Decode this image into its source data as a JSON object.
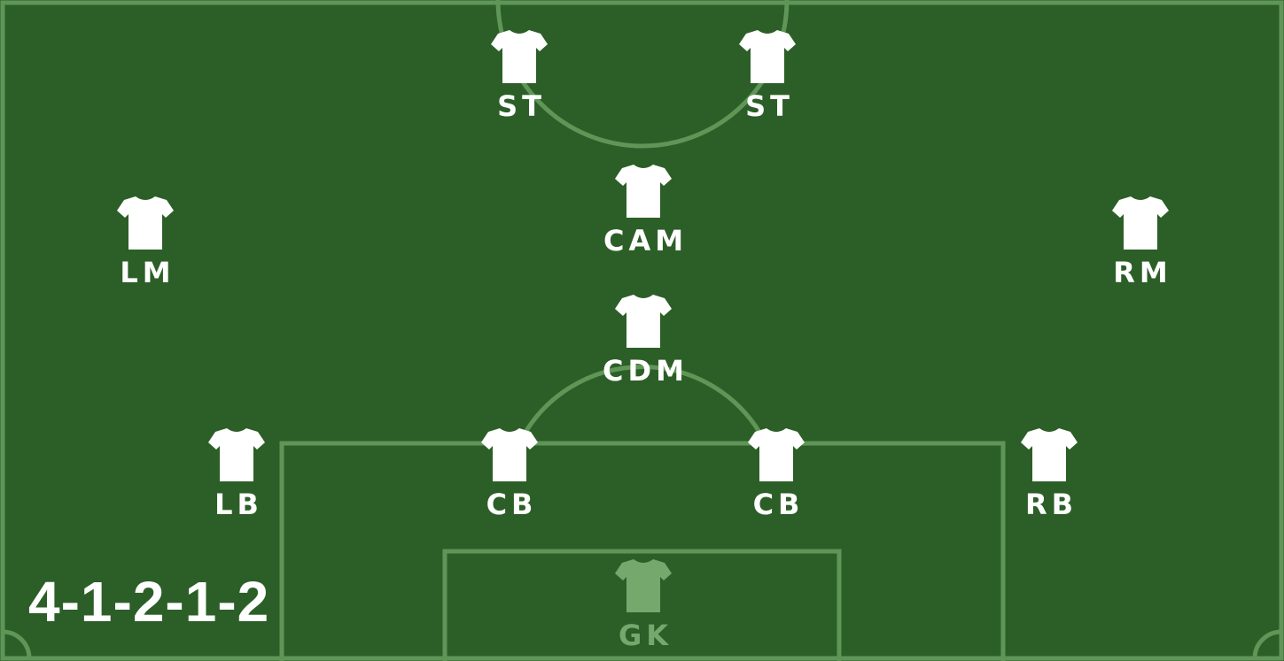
{
  "formation": "4-1-2-1-2",
  "colors": {
    "pitch": "#2c5f27",
    "lines": "#5f9658",
    "shirt": "#ffffff",
    "shirt_dimmed": "#74a86c"
  },
  "icons": {
    "shirt": "jersey-icon"
  },
  "players": [
    {
      "position": "ST",
      "dimmed": false
    },
    {
      "position": "ST",
      "dimmed": false
    },
    {
      "position": "CAM",
      "dimmed": false
    },
    {
      "position": "LM",
      "dimmed": false
    },
    {
      "position": "RM",
      "dimmed": false
    },
    {
      "position": "CDM",
      "dimmed": false
    },
    {
      "position": "LB",
      "dimmed": false
    },
    {
      "position": "CB",
      "dimmed": false
    },
    {
      "position": "CB",
      "dimmed": false
    },
    {
      "position": "RB",
      "dimmed": false
    },
    {
      "position": "GK",
      "dimmed": true
    }
  ]
}
